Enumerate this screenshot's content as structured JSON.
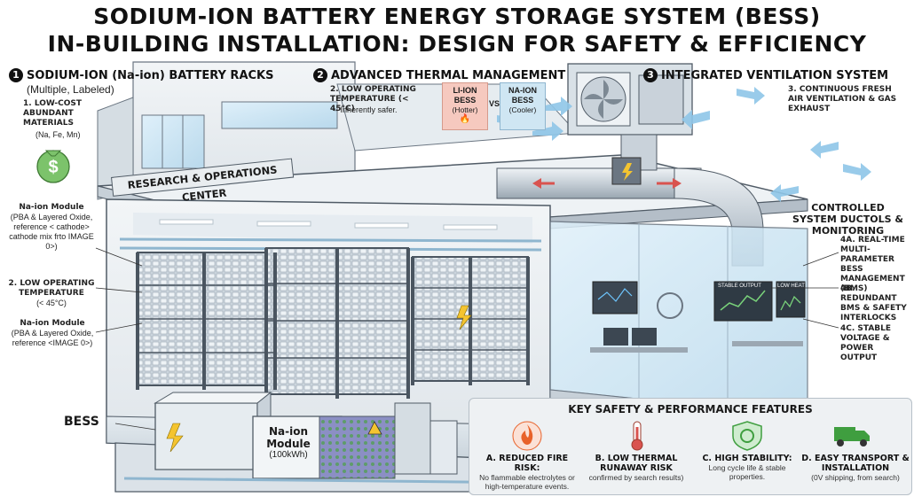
{
  "title": {
    "line1": "SODIUM-ION BATTERY ENERGY STORAGE SYSTEM (BESS)",
    "line2": "IN-BUILDING INSTALLATION: DESIGN FOR SAFETY & EFFICIENCY"
  },
  "sections": {
    "s1": {
      "num": "1",
      "title": "SODIUM-ION (Na-ion) BATTERY RACKS",
      "subtitle": "(Multiple, Labeled)"
    },
    "s2": {
      "num": "2",
      "title": "ADVANCED THERMAL MANAGEMENT"
    },
    "s3": {
      "num": "3",
      "title": "INTEGRATED VENTILATION SYSTEM"
    }
  },
  "left_labels": {
    "materials": {
      "title": "1. LOW-COST ABUNDANT MATERIALS",
      "detail": "(Na, Fe, Mn)"
    },
    "module1": {
      "title": "Na-ion Module",
      "detail": "(PBA & Layered Oxide, reference < cathode> cathode mix frto IMAGE 0>)"
    },
    "low_temp": {
      "title": "2. LOW OPERATING TEMPERATURE",
      "detail": "(< 45°C)"
    },
    "module2": {
      "title": "Na-ion Module",
      "detail": "(PBA & Layered Oxide, reference <IMAGE 0>)"
    },
    "bess": "BESS"
  },
  "thermal": {
    "title": "2. LOW OPERATING TEMPERATURE (< 45°C)",
    "detail": "– Inherently safer.",
    "li": {
      "name": "LI-ION BESS",
      "note": "(Hotter)"
    },
    "vs": "VS",
    "na": {
      "name": "NA-ION BESS",
      "note": "(Cooler)"
    }
  },
  "ventilation": {
    "fresh_air": "3. CONTINUOUS FRESH AIR VENTILATION & GAS EXHAUST"
  },
  "building": {
    "sign": "RESEARCH & OPERATIONS CENTER"
  },
  "monitoring": {
    "title": "CONTROLLED SYSTEM DUCTOLS & MONITORING",
    "a4": "4A. REAL-TIME MULTI-PARAMETER BESS MANAGEMENT (BMS)",
    "b4": "4B. REDUNDANT BMS & SAFETY INTERLOCKS",
    "c4": "4C. STABLE VOLTAGE & POWER OUTPUT",
    "screen1": "STABLE OUTPUT",
    "screen2": "LOW HEAT"
  },
  "basement": {
    "module_name": "Na-ion Module",
    "module_cap": "(100kWh)"
  },
  "features": {
    "heading": "KEY SAFETY & PERFORMANCE FEATURES",
    "items": [
      {
        "title": "A. REDUCED FIRE RISK:",
        "desc": "No flammable electrolytes or high-temperature events.",
        "icon": "fire-icon"
      },
      {
        "title": "B. LOW THERMAL RUNAWAY RISK",
        "desc": "confirmed by search results)",
        "icon": "thermometer-icon"
      },
      {
        "title": "C. HIGH STABILITY:",
        "desc": "Long cycle life & stable properties.",
        "icon": "shield-icon"
      },
      {
        "title": "D. EASY TRANSPORT & INSTALLATION",
        "desc": "(0V shipping, from search)",
        "icon": "truck-icon"
      }
    ]
  },
  "colors": {
    "ice_blue": "#cfe6f3",
    "steel": "#6b7682",
    "accent_green": "#3f9e3f",
    "fire_orange": "#e8622a"
  }
}
